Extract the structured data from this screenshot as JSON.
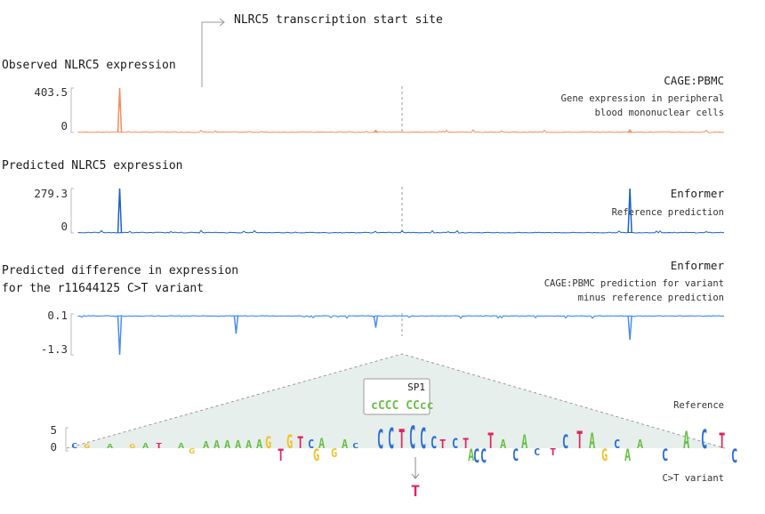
{
  "annotation": {
    "tss_label": "NLRC5 transcription start site"
  },
  "tracks": [
    {
      "id": "observed",
      "title": "Observed NLRC5 expression",
      "right_title": "CAGE:PBMC",
      "right_sub1": "Gene expression in peripheral",
      "right_sub2": "blood mononuclear cells",
      "y_max_label": "403.5",
      "y_min_label": "0",
      "color": "#f58c5b"
    },
    {
      "id": "predicted",
      "title": "Predicted NLRC5 expression",
      "right_title": "Enformer",
      "right_sub1": "Reference prediction",
      "y_max_label": "279.3",
      "y_min_label": "0",
      "color": "#1f5fc9"
    },
    {
      "id": "difference",
      "title_line1": "Predicted difference in expression",
      "title_line2": "for the r11644125 C>T variant",
      "right_title": "Enformer",
      "right_sub1": "CAGE:PBMC prediction for variant",
      "right_sub2": "minus reference prediction",
      "y_max_label": "0.1",
      "y_min_label": "-1.3",
      "color": "#4a8ff0"
    }
  ],
  "motif": {
    "label": "SP1",
    "logo_text": "cCCC CCcc",
    "right_label_ref": "Reference",
    "right_label_var": "C>T variant",
    "y_top_label": "5",
    "y_zero_label": "0",
    "variant_base": "T"
  },
  "colors": {
    "A": "#6cc04a",
    "C": "#2e6fd6",
    "G": "#f2c22e",
    "T": "#e0245e",
    "shade": "#e7efec"
  },
  "chart_data": [
    {
      "type": "line",
      "title": "Observed NLRC5 expression",
      "series": [
        {
          "name": "CAGE:PBMC",
          "peaks": [
            {
              "x": 0.064,
              "y": 403.5
            },
            {
              "x": 0.46,
              "y": 18
            },
            {
              "x": 0.853,
              "y": 22
            }
          ]
        }
      ],
      "ylim": [
        0,
        403.5
      ]
    },
    {
      "type": "line",
      "title": "Predicted NLRC5 expression",
      "series": [
        {
          "name": "Enformer",
          "peaks": [
            {
              "x": 0.064,
              "y": 279.3
            },
            {
              "x": 0.853,
              "y": 279
            }
          ]
        }
      ],
      "ylim": [
        0,
        279.3
      ]
    },
    {
      "type": "line",
      "title": "Predicted difference in expression for the r11644125 C>T variant",
      "series": [
        {
          "name": "Enformer",
          "peaks": [
            {
              "x": 0.064,
              "y": -1.3
            },
            {
              "x": 0.244,
              "y": -0.6
            },
            {
              "x": 0.46,
              "y": -0.4
            },
            {
              "x": 0.853,
              "y": -0.8
            }
          ]
        }
      ],
      "ylim": [
        -1.3,
        0.1
      ]
    }
  ]
}
